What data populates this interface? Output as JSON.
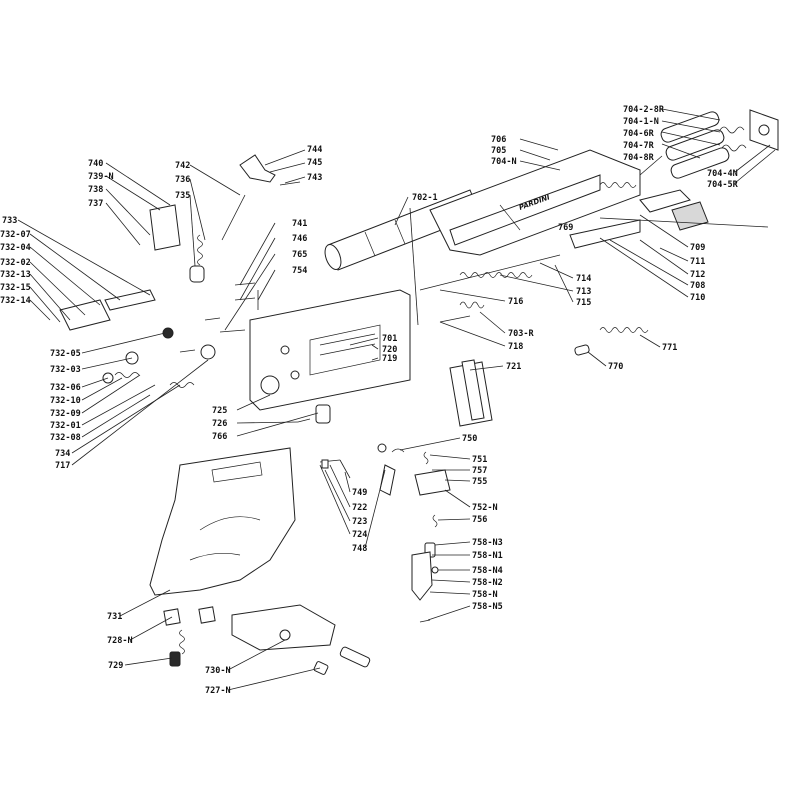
{
  "brand_logo": "PARDINI",
  "labels": [
    {
      "id": "704-2-8R",
      "text": "704-2-8R"
    },
    {
      "id": "704-1-N",
      "text": "704-1-N"
    },
    {
      "id": "704-6R",
      "text": "704-6R"
    },
    {
      "id": "704-7R",
      "text": "704-7R"
    },
    {
      "id": "704-8R",
      "text": "704-8R"
    },
    {
      "id": "706",
      "text": "706"
    },
    {
      "id": "705",
      "text": "705"
    },
    {
      "id": "704-N",
      "text": "704-N"
    },
    {
      "id": "704-4N",
      "text": "704-4N"
    },
    {
      "id": "704-5R",
      "text": "704-5R"
    },
    {
      "id": "744",
      "text": "744"
    },
    {
      "id": "745",
      "text": "745"
    },
    {
      "id": "743",
      "text": "743"
    },
    {
      "id": "742",
      "text": "742"
    },
    {
      "id": "736",
      "text": "736"
    },
    {
      "id": "735",
      "text": "735"
    },
    {
      "id": "740",
      "text": "740"
    },
    {
      "id": "739-N",
      "text": "739-N"
    },
    {
      "id": "738",
      "text": "738"
    },
    {
      "id": "737",
      "text": "737"
    },
    {
      "id": "702-1",
      "text": "702-1"
    },
    {
      "id": "769",
      "text": "769"
    },
    {
      "id": "709",
      "text": "709"
    },
    {
      "id": "711",
      "text": "711"
    },
    {
      "id": "712",
      "text": "712"
    },
    {
      "id": "708",
      "text": "708"
    },
    {
      "id": "710",
      "text": "710"
    },
    {
      "id": "733",
      "text": "733"
    },
    {
      "id": "732-07",
      "text": "732-07"
    },
    {
      "id": "732-04",
      "text": "732-04"
    },
    {
      "id": "732-02",
      "text": "732-02"
    },
    {
      "id": "732-13",
      "text": "732-13"
    },
    {
      "id": "732-15",
      "text": "732-15"
    },
    {
      "id": "732-14",
      "text": "732-14"
    },
    {
      "id": "741",
      "text": "741"
    },
    {
      "id": "746",
      "text": "746"
    },
    {
      "id": "765",
      "text": "765"
    },
    {
      "id": "754",
      "text": "754"
    },
    {
      "id": "714",
      "text": "714"
    },
    {
      "id": "713",
      "text": "713"
    },
    {
      "id": "715",
      "text": "715"
    },
    {
      "id": "716",
      "text": "716"
    },
    {
      "id": "703-R",
      "text": "703-R"
    },
    {
      "id": "718",
      "text": "718"
    },
    {
      "id": "771",
      "text": "771"
    },
    {
      "id": "770",
      "text": "770"
    },
    {
      "id": "701",
      "text": "701"
    },
    {
      "id": "720",
      "text": "720"
    },
    {
      "id": "719",
      "text": "719"
    },
    {
      "id": "721",
      "text": "721"
    },
    {
      "id": "732-05",
      "text": "732-05"
    },
    {
      "id": "732-03",
      "text": "732-03"
    },
    {
      "id": "732-06",
      "text": "732-06"
    },
    {
      "id": "732-10",
      "text": "732-10"
    },
    {
      "id": "732-09",
      "text": "732-09"
    },
    {
      "id": "732-01",
      "text": "732-01"
    },
    {
      "id": "732-08",
      "text": "732-08"
    },
    {
      "id": "734",
      "text": "734"
    },
    {
      "id": "717",
      "text": "717"
    },
    {
      "id": "725",
      "text": "725"
    },
    {
      "id": "726",
      "text": "726"
    },
    {
      "id": "766",
      "text": "766"
    },
    {
      "id": "750",
      "text": "750"
    },
    {
      "id": "751",
      "text": "751"
    },
    {
      "id": "757",
      "text": "757"
    },
    {
      "id": "755",
      "text": "755"
    },
    {
      "id": "749",
      "text": "749"
    },
    {
      "id": "722",
      "text": "722"
    },
    {
      "id": "723",
      "text": "723"
    },
    {
      "id": "724",
      "text": "724"
    },
    {
      "id": "748",
      "text": "748"
    },
    {
      "id": "752-N",
      "text": "752-N"
    },
    {
      "id": "756",
      "text": "756"
    },
    {
      "id": "758-N3",
      "text": "758-N3"
    },
    {
      "id": "758-N1",
      "text": "758-N1"
    },
    {
      "id": "758-N4",
      "text": "758-N4"
    },
    {
      "id": "758-N2",
      "text": "758-N2"
    },
    {
      "id": "758-N",
      "text": "758-N"
    },
    {
      "id": "758-N5",
      "text": "758-N5"
    },
    {
      "id": "731",
      "text": "731"
    },
    {
      "id": "728-N",
      "text": "728-N"
    },
    {
      "id": "729",
      "text": "729"
    },
    {
      "id": "730-N",
      "text": "730-N"
    },
    {
      "id": "727-N",
      "text": "727-N"
    }
  ]
}
